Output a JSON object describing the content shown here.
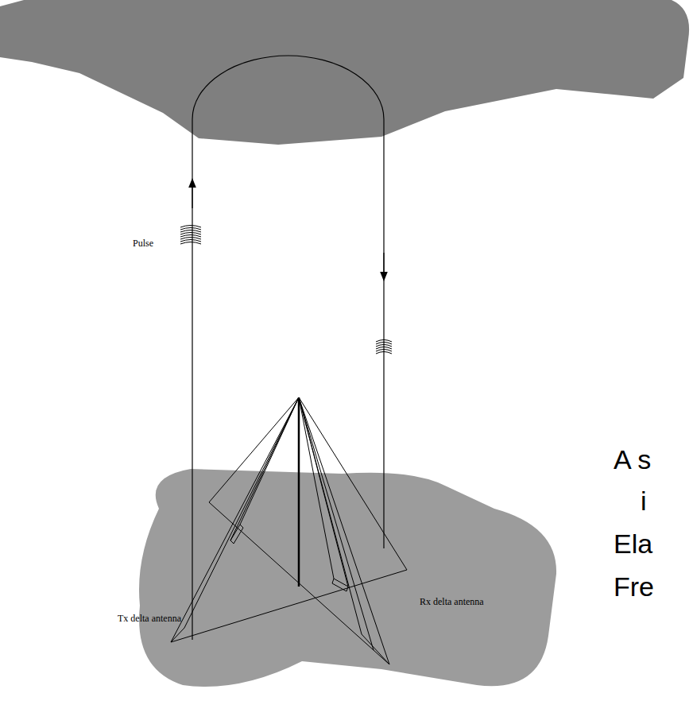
{
  "diagram": {
    "labels": [
      "Pulse",
      "Tx delta antenna",
      "Rx delta antenna",
      "A s",
      "i",
      "Ela",
      "Fre"
    ]
  }
}
